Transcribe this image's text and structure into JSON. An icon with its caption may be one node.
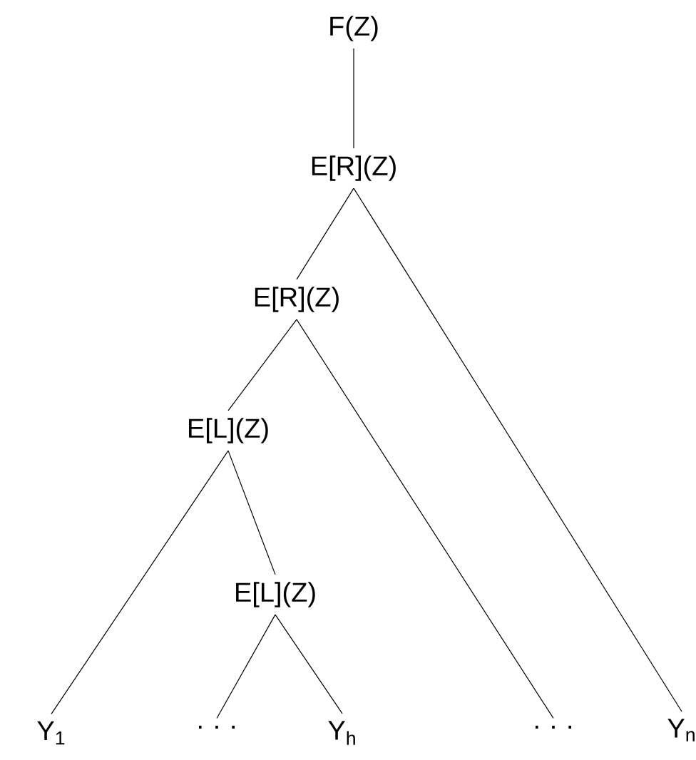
{
  "diagram": {
    "nodes": [
      {
        "text": [
          "F(Z)"
        ]
      },
      {
        "text": [
          "E[R](Z)"
        ]
      },
      {
        "text": [
          "E[R](Z)"
        ]
      },
      {
        "text": [
          "E[L](Z)"
        ]
      },
      {
        "text": [
          "E[L](Z)"
        ]
      },
      {
        "text": [
          "Y$_{1}$"
        ]
      },
      {
        "text": [
          "· · ·"
        ]
      },
      {
        "text": [
          "Y$_{h}$"
        ]
      },
      {
        "text": [
          "· · ·"
        ]
      },
      {
        "text": [
          "Y$_{n}$"
        ]
      }
    ],
    "edges": [
      {
        "from": 0,
        "to": 1,
        "arrow": "none"
      },
      {
        "from": 1,
        "to": 2,
        "arrow": "none"
      },
      {
        "from": 1,
        "to": 9,
        "arrow": "none"
      },
      {
        "from": 2,
        "to": 3,
        "arrow": "none"
      },
      {
        "from": 2,
        "to": 8,
        "arrow": "none"
      },
      {
        "from": 3,
        "to": 5,
        "arrow": "none"
      },
      {
        "from": 3,
        "to": 4,
        "arrow": "none"
      },
      {
        "from": 4,
        "to": 6,
        "arrow": "none"
      },
      {
        "from": 4,
        "to": 7,
        "arrow": "none"
      }
    ]
  }
}
